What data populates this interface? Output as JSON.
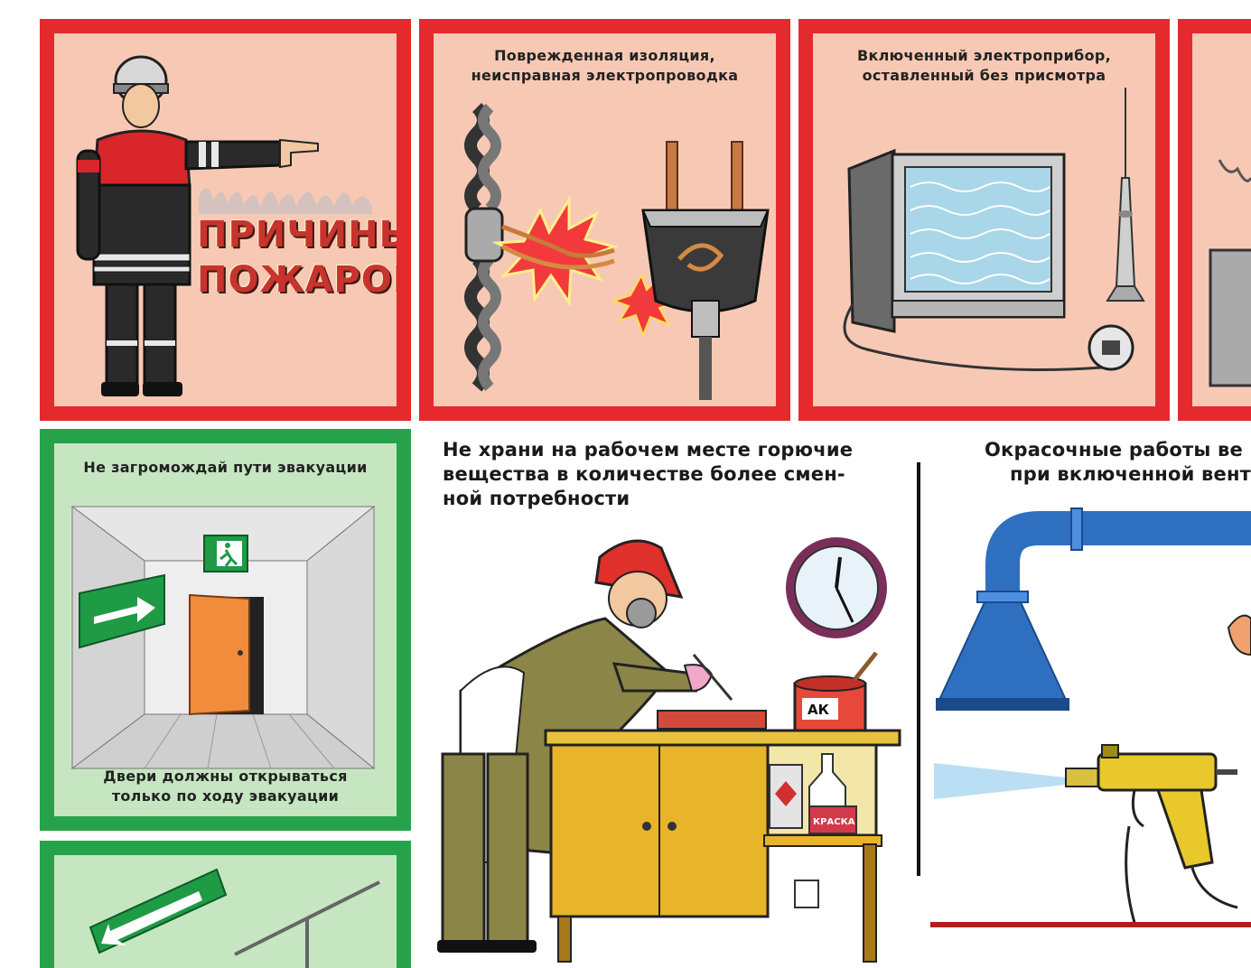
{
  "poster": {
    "title_line1": "ПРИЧИНЫ",
    "title_line2": "ПОЖАРОВ"
  },
  "panels": {
    "insulation": {
      "line1": "Поврежденная изоляция,",
      "line2": "неисправная электропроводка"
    },
    "appliance": {
      "line1": "Включенный электроприбор,",
      "line2": "оставленный без присмотра"
    },
    "evacuation": {
      "top": "Не загромождай пути эвакуации",
      "bottom1": "Двери должны открываться",
      "bottom2": "только по ходу эвакуации"
    },
    "storage": {
      "line1": "Не храни на рабочем месте горючие",
      "line2": "вещества в количестве более смен-",
      "line3": "ной потребности",
      "can_label": "АК",
      "bottle_label": "КРАСКА"
    },
    "painting": {
      "line1": "Окрасочные работы ве",
      "line2": "при включенной вент"
    }
  },
  "colors": {
    "frame_red": "#e52a2e",
    "frame_green": "#26a24a",
    "panel_pink": "#f7c9b4",
    "panel_green": "#c6e6c2",
    "pipe_blue": "#2f6fc0"
  }
}
